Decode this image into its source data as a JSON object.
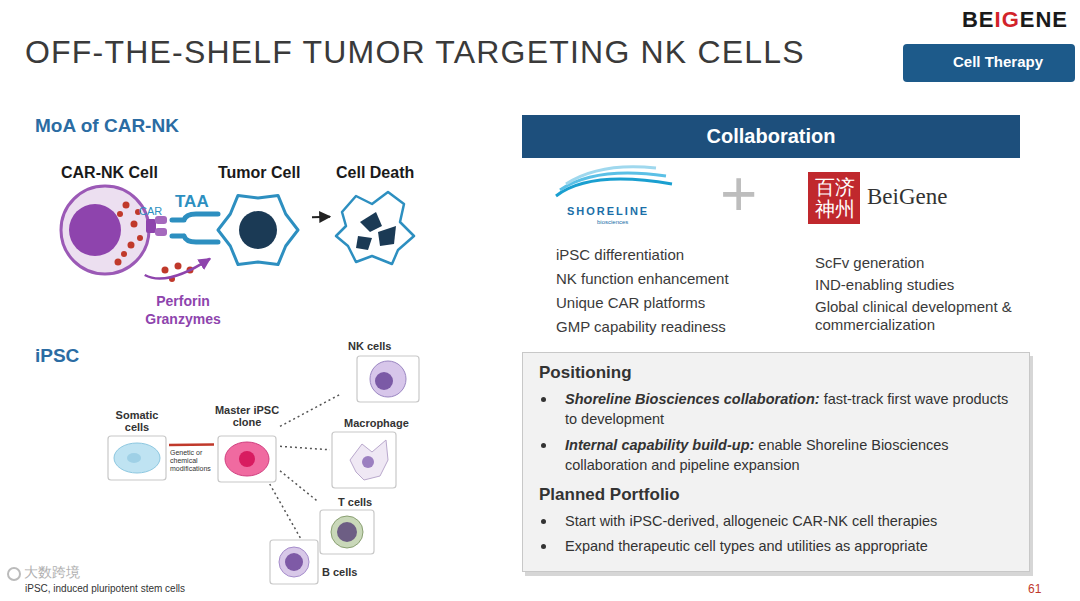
{
  "diagram": {
    "title": "OFF-THE-SHELF TUMOR TARGETING NK CELLS",
    "nodes": [
      {
        "text": [
          "Cell Therapy"
        ]
      },
      {
        "text": [
          "Collaboration"
        ]
      },
      {
        "text": [
          "CAR-NK Cell"
        ]
      },
      {
        "text": [
          "Tumor Cell"
        ]
      },
      {
        "text": [
          "Cell Death"
        ]
      },
      {
        "text": [
          "Somatic cells"
        ]
      },
      {
        "text": [
          "Master iPSC clone"
        ]
      },
      {
        "text": [
          "NK cells"
        ]
      },
      {
        "text": [
          "Macrophage"
        ]
      },
      {
        "text": [
          "T cells"
        ]
      },
      {
        "text": [
          "B cells"
        ]
      },
      {
        "text": [
          "Positioning",
          "Shoreline Biosciences collaboration:",
          "fast-track first wave products to development",
          "Internal capability build-up:",
          "enable Shoreline Biosciences collaboration and pipeline expansion",
          "Planned Portfolio",
          "Start with iPSC-derived, allogeneic CAR-NK cell therapies",
          "Expand therapeutic cell types and utilities as appropriate"
        ]
      }
    ],
    "edges": [
      {
        "from": 3,
        "to": 4,
        "arrow": "to"
      },
      {
        "from": 2,
        "to": 3,
        "arrow": "to"
      },
      {
        "from": 5,
        "to": 6,
        "arrow": "none"
      },
      {
        "from": 6,
        "to": 7,
        "arrow": "none"
      },
      {
        "from": 6,
        "to": 8,
        "arrow": "none"
      },
      {
        "from": 6,
        "to": 9,
        "arrow": "none"
      },
      {
        "from": 6,
        "to": 10,
        "arrow": "none"
      }
    ],
    "labels": [
      "BE",
      "IG",
      "ENE",
      "MoA of CAR-NK",
      "CAR",
      "TAA",
      "Perforin Granzymes",
      "iPSC",
      "Genetic or chemical modifications",
      "iPSC, induced pluripotent stem cells",
      "SHORELINE",
      "biosciences",
      "+",
      "百济神州",
      "BeiGene",
      "iPSC differentiation",
      "NK function enhancement",
      "Unique CAR platforms",
      "GMP capability readiness",
      "ScFv generation",
      "IND-enabling studies",
      "Global clinical development & commercialization",
      "大数跨境",
      "61"
    ]
  }
}
